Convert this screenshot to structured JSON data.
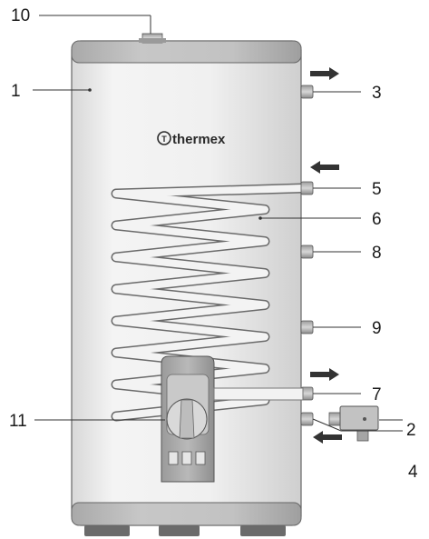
{
  "brand": {
    "name": "thermex",
    "logo_glyph": "T"
  },
  "callouts": [
    {
      "id": "1",
      "label": "1"
    },
    {
      "id": "2",
      "label": "2"
    },
    {
      "id": "3",
      "label": "3"
    },
    {
      "id": "4",
      "label": "4"
    },
    {
      "id": "5",
      "label": "5"
    },
    {
      "id": "6",
      "label": "6"
    },
    {
      "id": "7",
      "label": "7"
    },
    {
      "id": "8",
      "label": "8"
    },
    {
      "id": "9",
      "label": "9"
    },
    {
      "id": "10",
      "label": "10"
    },
    {
      "id": "11",
      "label": "11"
    }
  ],
  "flow_arrows": [
    {
      "id": "arrow-out-3",
      "direction": "right"
    },
    {
      "id": "arrow-in-5",
      "direction": "left"
    },
    {
      "id": "arrow-out-7",
      "direction": "right"
    },
    {
      "id": "arrow-in-2",
      "direction": "left"
    }
  ],
  "colors": {
    "tank_body": "#efefef",
    "tank_band": "#bdbdbd",
    "coil": "#b8b8b8",
    "outline": "#555555",
    "arrow": "#333333",
    "panel": "#a8a8a8"
  }
}
